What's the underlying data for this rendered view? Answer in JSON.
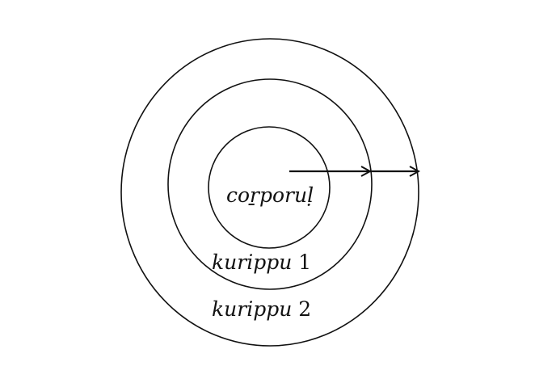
{
  "diagram": {
    "labels": {
      "inner": "coṟporuḷ",
      "middle_word": "kurippu",
      "middle_num": "1",
      "outer_word": "kurippu",
      "outer_num": "2"
    },
    "colors": {
      "stroke": "#111111",
      "background": "#ffffff"
    }
  }
}
